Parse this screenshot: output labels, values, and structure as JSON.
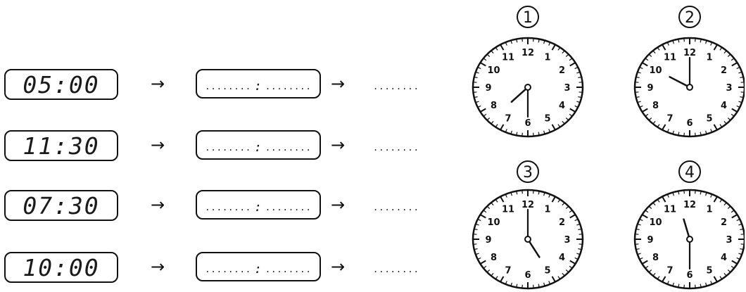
{
  "rows": [
    {
      "digital_time": "05:00",
      "blank_hours": "........",
      "blank_sep": ":",
      "blank_minutes": "........",
      "arrow": "→",
      "answer_blank": "........"
    },
    {
      "digital_time": "11:30",
      "blank_hours": "........",
      "blank_sep": ":",
      "blank_minutes": "........",
      "arrow": "→",
      "answer_blank": "........"
    },
    {
      "digital_time": "07:30",
      "blank_hours": "........",
      "blank_sep": ":",
      "blank_minutes": "........",
      "arrow": "→",
      "answer_blank": "........"
    },
    {
      "digital_time": "10:00",
      "blank_hours": "........",
      "blank_sep": ":",
      "blank_minutes": "........",
      "arrow": "→",
      "answer_blank": "........"
    }
  ],
  "clocks": [
    {
      "label": "1",
      "hour": 7.5,
      "minute": 30
    },
    {
      "label": "2",
      "hour": 10,
      "minute": 0
    },
    {
      "label": "3",
      "hour": 5,
      "minute": 0
    },
    {
      "label": "4",
      "hour": 11.5,
      "minute": 30
    }
  ],
  "clock_numbers": [
    "12",
    "1",
    "2",
    "3",
    "4",
    "5",
    "6",
    "7",
    "8",
    "9",
    "10",
    "11"
  ]
}
